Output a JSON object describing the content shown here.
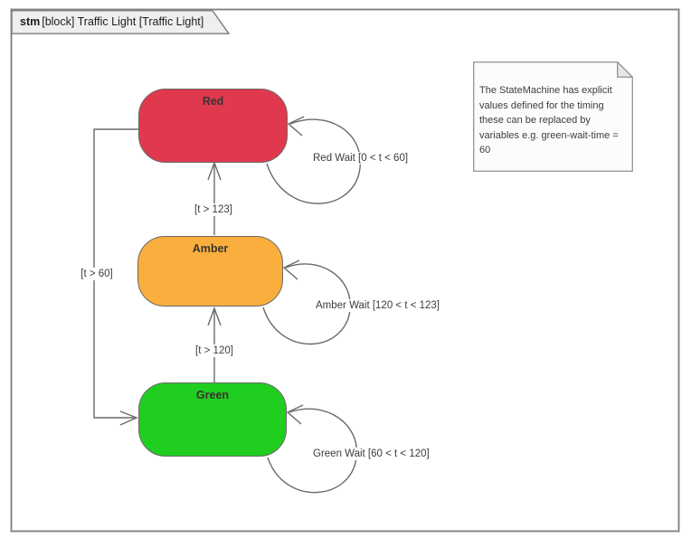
{
  "frame": {
    "keyword": "stm",
    "title": "[block] Traffic Light [Traffic Light]"
  },
  "note": {
    "text": "The StateMachine has explicit values defined for the timing these can be replaced by variables e.g. green-wait-time = 60"
  },
  "states": [
    {
      "name": "Red",
      "fill": "#e0394e"
    },
    {
      "name": "Amber",
      "fill": "#faae3d"
    },
    {
      "name": "Green",
      "fill": "#20ce20"
    }
  ],
  "transitions": {
    "amber_to_red": {
      "guard": "[t > 123]"
    },
    "green_to_amber": {
      "guard": "[t > 120]"
    },
    "red_to_green": {
      "guard": "[t > 60]"
    },
    "red_wait": {
      "label": "Red Wait [0 < t < 60]"
    },
    "amber_wait": {
      "label": "Amber Wait [120 < t < 123]"
    },
    "green_wait": {
      "label": "Green Wait [60 < t < 120]"
    }
  },
  "colors": {
    "state_border": "#696969",
    "connector_line": "#6a6a6a",
    "frame_border": "#7d7d7d",
    "tab_fill": "#efefef",
    "note_fill": "#fcfcfc",
    "note_fold": "#e7e7e7",
    "note_border": "#9a9a9a",
    "label_text": "#3c3c3c"
  }
}
